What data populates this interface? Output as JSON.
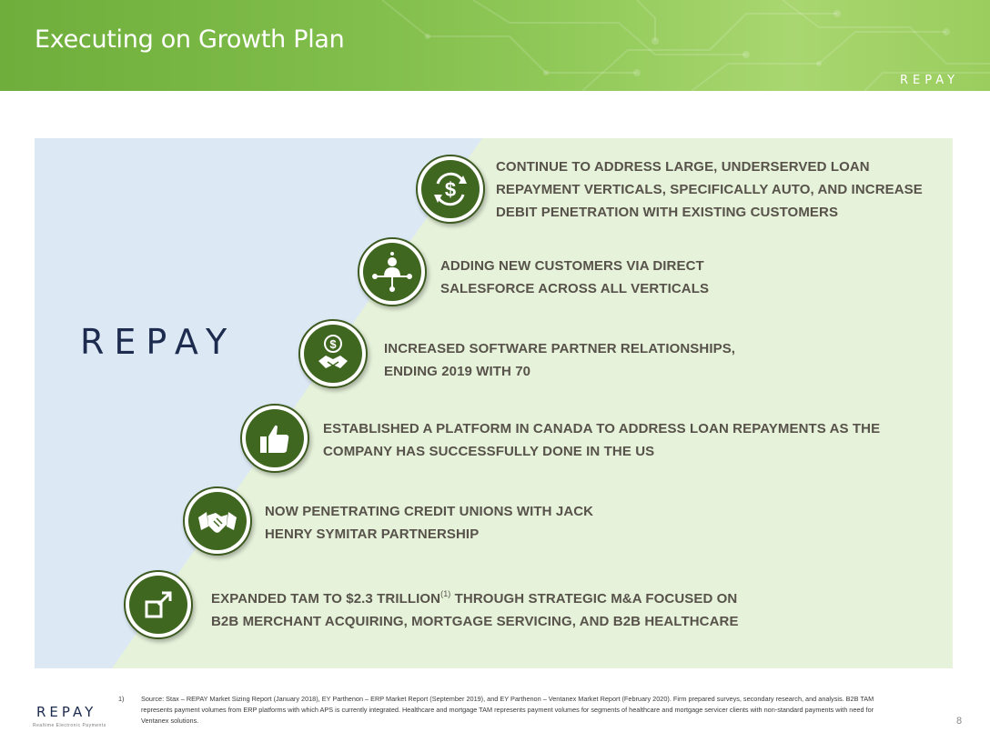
{
  "header": {
    "title": "Executing on Growth Plan",
    "logo_text": "REPAY"
  },
  "main": {
    "logo_text": "REPAY",
    "items": [
      {
        "icon": "dollar-cycle-icon",
        "lines": [
          "CONTINUE TO ADDRESS LARGE, UNDERSERVED LOAN",
          "REPAYMENT VERTICALS, SPECIFICALLY AUTO, AND INCREASE",
          "DEBIT PENETRATION WITH EXISTING CUSTOMERS"
        ]
      },
      {
        "icon": "network-person-icon",
        "lines": [
          "ADDING NEW CUSTOMERS VIA DIRECT",
          "SALESFORCE ACROSS ALL VERTICALS"
        ]
      },
      {
        "icon": "dollar-handshake-icon",
        "lines": [
          "INCREASED SOFTWARE PARTNER RELATIONSHIPS,",
          "ENDING 2019 WITH 70"
        ]
      },
      {
        "icon": "thumbs-up-icon",
        "lines": [
          "ESTABLISHED A PLATFORM IN CANADA TO ADDRESS LOAN REPAYMENTS AS THE",
          "COMPANY HAS SUCCESSFULLY DONE IN THE US"
        ]
      },
      {
        "icon": "handshake-icon",
        "lines": [
          "NOW PENETRATING CREDIT UNIONS WITH JACK",
          "HENRY SYMITAR PARTNERSHIP"
        ]
      },
      {
        "icon": "expand-arrow-icon",
        "line1_before": "EXPANDED TAM TO $2.3 TRILLION",
        "line1_sup": "(1)",
        "line1_after": " THROUGH STRATEGIC M&A FOCUSED ON",
        "line2": "B2B MERCHANT ACQUIRING, MORTGAGE SERVICING, AND B2B HEALTHCARE"
      }
    ]
  },
  "footnote": {
    "number": "1)",
    "text": "Source:  Stax – REPAY Market Sizing Report (January 2018), EY Parthenon – ERP Market Report (September 2019), and EY Parthenon – Ventanex Market Report (February 2020). Firm prepared surveys, secondary research, and analysis. B2B TAM represents payment volumes from ERP platforms with which APS is currently integrated. Healthcare and mortgage TAM represents payment volumes for segments of healthcare and mortgage servicer clients with non-standard payments with need for Ventanex solutions."
  },
  "footer": {
    "logo_text": "REPAY",
    "tagline": "Realtime Electronic Payments",
    "page_number": "8"
  },
  "colors": {
    "header_green": "#80bd4a",
    "panel_blue": "#dce8f4",
    "panel_green": "#e6f2da",
    "icon_green": "#3f6720",
    "text_gray": "#57524a",
    "logo_navy": "#1d2b4f"
  }
}
